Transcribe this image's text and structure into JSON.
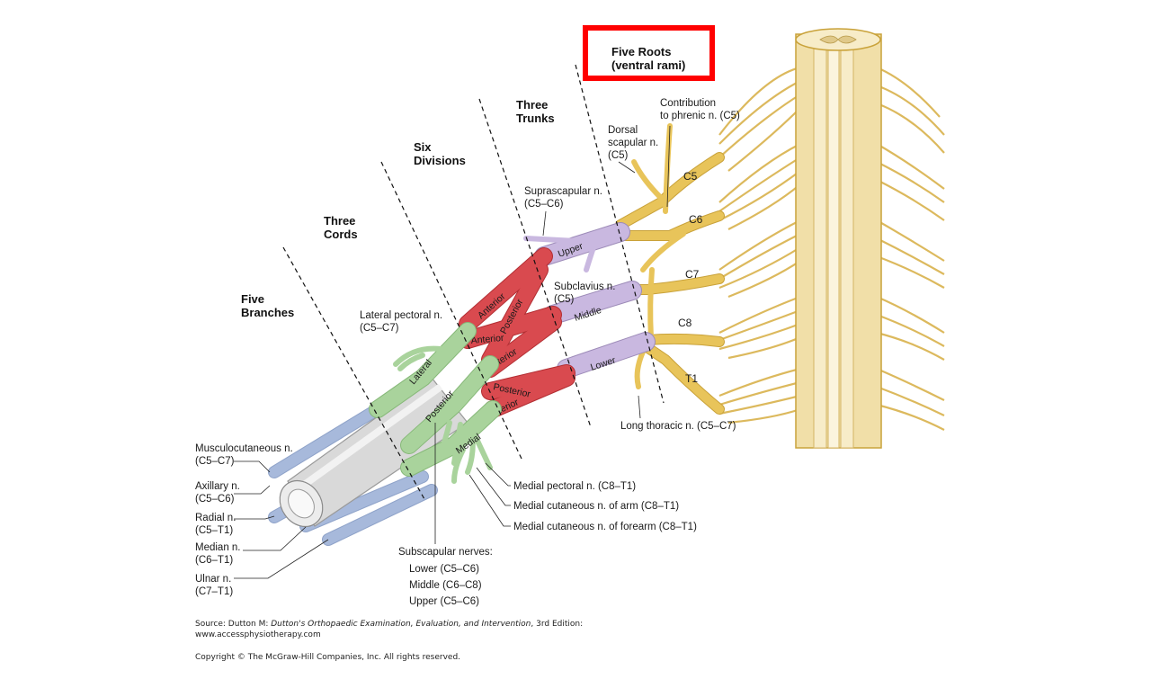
{
  "colors": {
    "root": "#e8c45a",
    "root_outline": "#c9a23a",
    "spine": "#f1dfa8",
    "trunk": "#c9b8e0",
    "division": "#d94a4f",
    "cord": "#a9d39c",
    "branch": "#a7b9db",
    "highlight_box": "#ff0000"
  },
  "headers": {
    "five_roots_line1": "Five Roots",
    "five_roots_line2": "(ventral rami)",
    "three_trunks_line1": "Three",
    "three_trunks_line2": "Trunks",
    "six_divisions_line1": "Six",
    "six_divisions_line2": "Divisions",
    "three_cords_line1": "Three",
    "three_cords_line2": "Cords",
    "five_branches_line1": "Five",
    "five_branches_line2": "Branches"
  },
  "roots": [
    "C5",
    "C6",
    "C7",
    "C8",
    "T1"
  ],
  "trunks": {
    "upper": "Upper",
    "middle": "Middle",
    "lower": "Lower"
  },
  "divisions": {
    "anterior": "Anterior",
    "posterior": "Posterior"
  },
  "cords": {
    "lateral": "Lateral",
    "posterior": "Posterior",
    "medial": "Medial"
  },
  "nerves": {
    "phrenic_line1": "Contribution",
    "phrenic_line2": "to phrenic n. (C5)",
    "dorsal_line1": "Dorsal",
    "dorsal_line2": "scapular n.",
    "dorsal_line3": "(C5)",
    "suprascapular_line1": "Suprascapular n.",
    "suprascapular_line2": "(C5–C6)",
    "subclavius_line1": "Subclavius n.",
    "subclavius_line2": "(C5)",
    "lateral_pectoral_line1": "Lateral pectoral n.",
    "lateral_pectoral_line2": "(C5–C7)",
    "long_thoracic": "Long thoracic n. (C5–C7)",
    "medial_pectoral": "Medial pectoral n. (C8–T1)",
    "medial_cut_arm": "Medial cutaneous n. of arm (C8–T1)",
    "medial_cut_forearm": "Medial cutaneous n. of forearm (C8–T1)",
    "subscapular_title": "Subscapular nerves:",
    "subscapular_lower": "Lower (C5–C6)",
    "subscapular_middle": "Middle (C6–C8)",
    "subscapular_upper": "Upper (C5–C6)"
  },
  "branches": {
    "musculo_line1": "Musculocutaneous n.",
    "musculo_line2": "(C5–C7)",
    "axillary_line1": "Axillary n.",
    "axillary_line2": "(C5–C6)",
    "radial_line1": "Radial n.",
    "radial_line2": "(C5–T1)",
    "median_line1": "Median n.",
    "median_line2": "(C6–T1)",
    "ulnar_line1": "Ulnar n.",
    "ulnar_line2": "(C7–T1)"
  },
  "source": {
    "prefix": "Source: Dutton M: ",
    "title": "Dutton's Orthopaedic Examination, Evaluation, and Intervention",
    "suffix": ", 3rd Edition:",
    "url": "www.accessphysiotherapy.com",
    "copyright": "Copyright © The McGraw-Hill Companies, Inc. All rights reserved."
  }
}
